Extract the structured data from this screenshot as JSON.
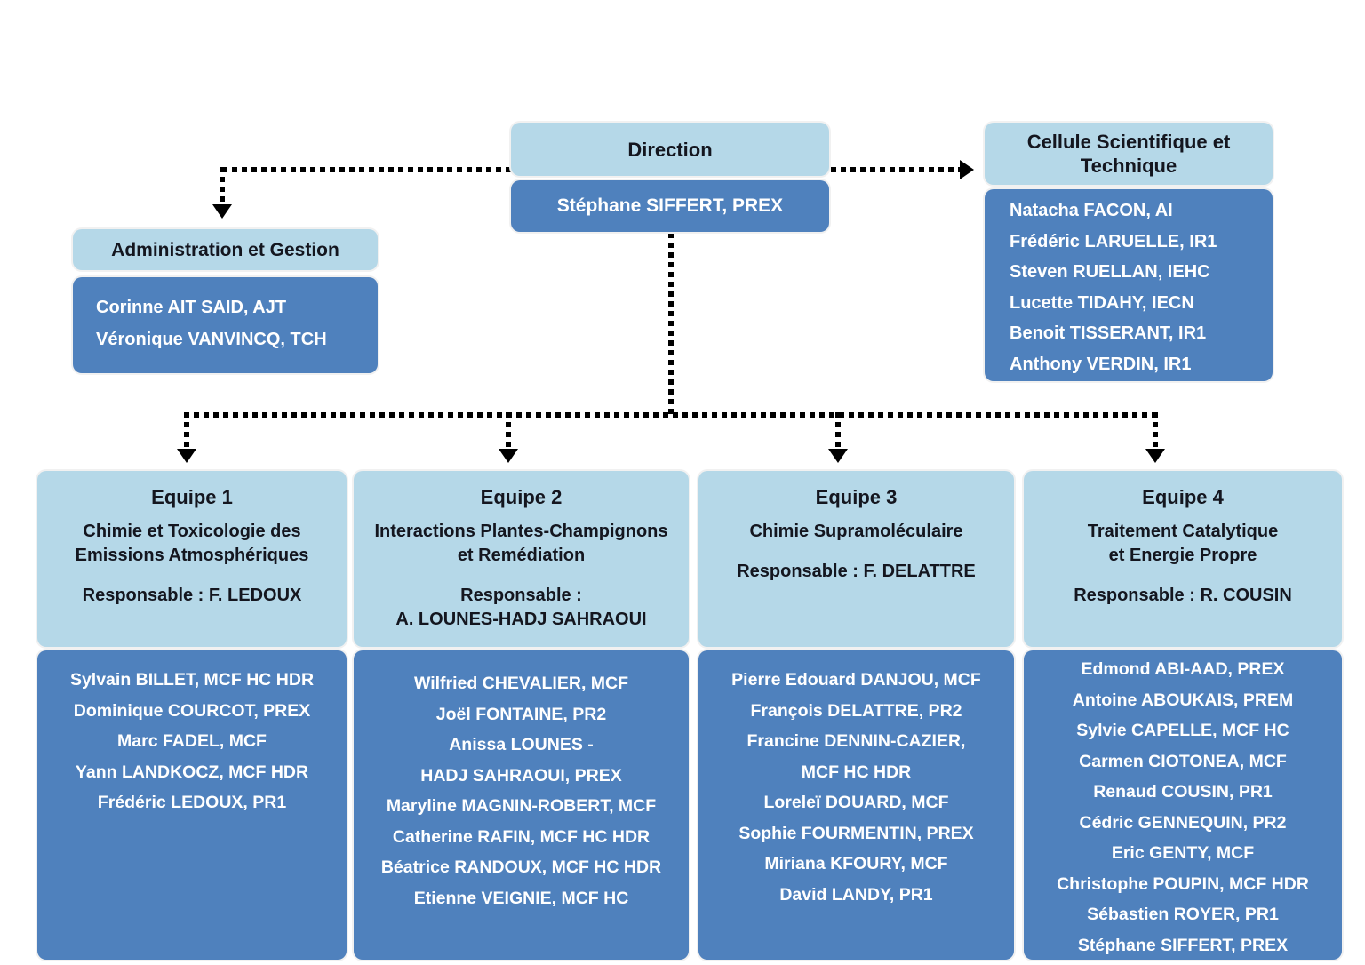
{
  "colors": {
    "header_bg": "#b5d8e8",
    "body_bg": "#4f81bd",
    "header_text": "#14161f",
    "body_text": "#ffffff",
    "connector": "#000000"
  },
  "direction": {
    "title": "Direction",
    "name": "Stéphane SIFFERT, PREX"
  },
  "cellule": {
    "title": "Cellule Scientifique et\nTechnique",
    "members": [
      "Natacha FACON, AI",
      "Frédéric LARUELLE, IR1",
      "Steven RUELLAN, IEHC",
      "Lucette TIDAHY, IECN",
      "Benoit TISSERANT, IR1",
      "Anthony VERDIN, IR1"
    ]
  },
  "administration": {
    "title": "Administration et Gestion",
    "members": [
      "Corinne AIT SAID, AJT",
      "Véronique VANVINCQ, TCH"
    ]
  },
  "teams": [
    {
      "label": "Equipe 1",
      "name": "Chimie et Toxicologie des\nEmissions Atmosphériques",
      "lead": "Responsable : F. LEDOUX",
      "members": [
        "Sylvain BILLET, MCF HC HDR",
        "Dominique COURCOT, PREX",
        "Marc FADEL, MCF",
        "Yann LANDKOCZ, MCF HDR",
        "Frédéric LEDOUX, PR1"
      ]
    },
    {
      "label": "Equipe 2",
      "name": "Interactions Plantes-Champignons\net Remédiation",
      "lead": "Responsable :\nA. LOUNES-HADJ SAHRAOUI",
      "members": [
        "Wilfried CHEVALIER, MCF",
        "Joël FONTAINE, PR2",
        "Anissa LOUNES -",
        "HADJ SAHRAOUI, PREX",
        "Maryline MAGNIN-ROBERT, MCF",
        "Catherine RAFIN, MCF HC HDR",
        "Béatrice RANDOUX, MCF HC HDR",
        "Etienne VEIGNIE, MCF HC"
      ]
    },
    {
      "label": "Equipe 3",
      "name": "Chimie Supramoléculaire",
      "lead": "Responsable : F. DELATTRE",
      "members": [
        "Pierre Edouard DANJOU, MCF",
        "François DELATTRE, PR2",
        "Francine DENNIN-CAZIER,",
        "MCF HC HDR",
        "Loreleï DOUARD, MCF",
        "Sophie FOURMENTIN, PREX",
        "Miriana KFOURY, MCF",
        "David LANDY, PR1"
      ]
    },
    {
      "label": "Equipe 4",
      "name": "Traitement Catalytique\net Energie Propre",
      "lead": "Responsable : R. COUSIN",
      "members": [
        "Edmond ABI-AAD, PREX",
        "Antoine ABOUKAIS, PREM",
        "Sylvie CAPELLE, MCF HC",
        "Carmen CIOTONEA, MCF",
        "Renaud COUSIN, PR1",
        "Cédric GENNEQUIN, PR2",
        "Eric GENTY, MCF",
        "Christophe POUPIN, MCF HDR",
        "Sébastien ROYER, PR1",
        "Stéphane SIFFERT, PREX"
      ]
    }
  ]
}
